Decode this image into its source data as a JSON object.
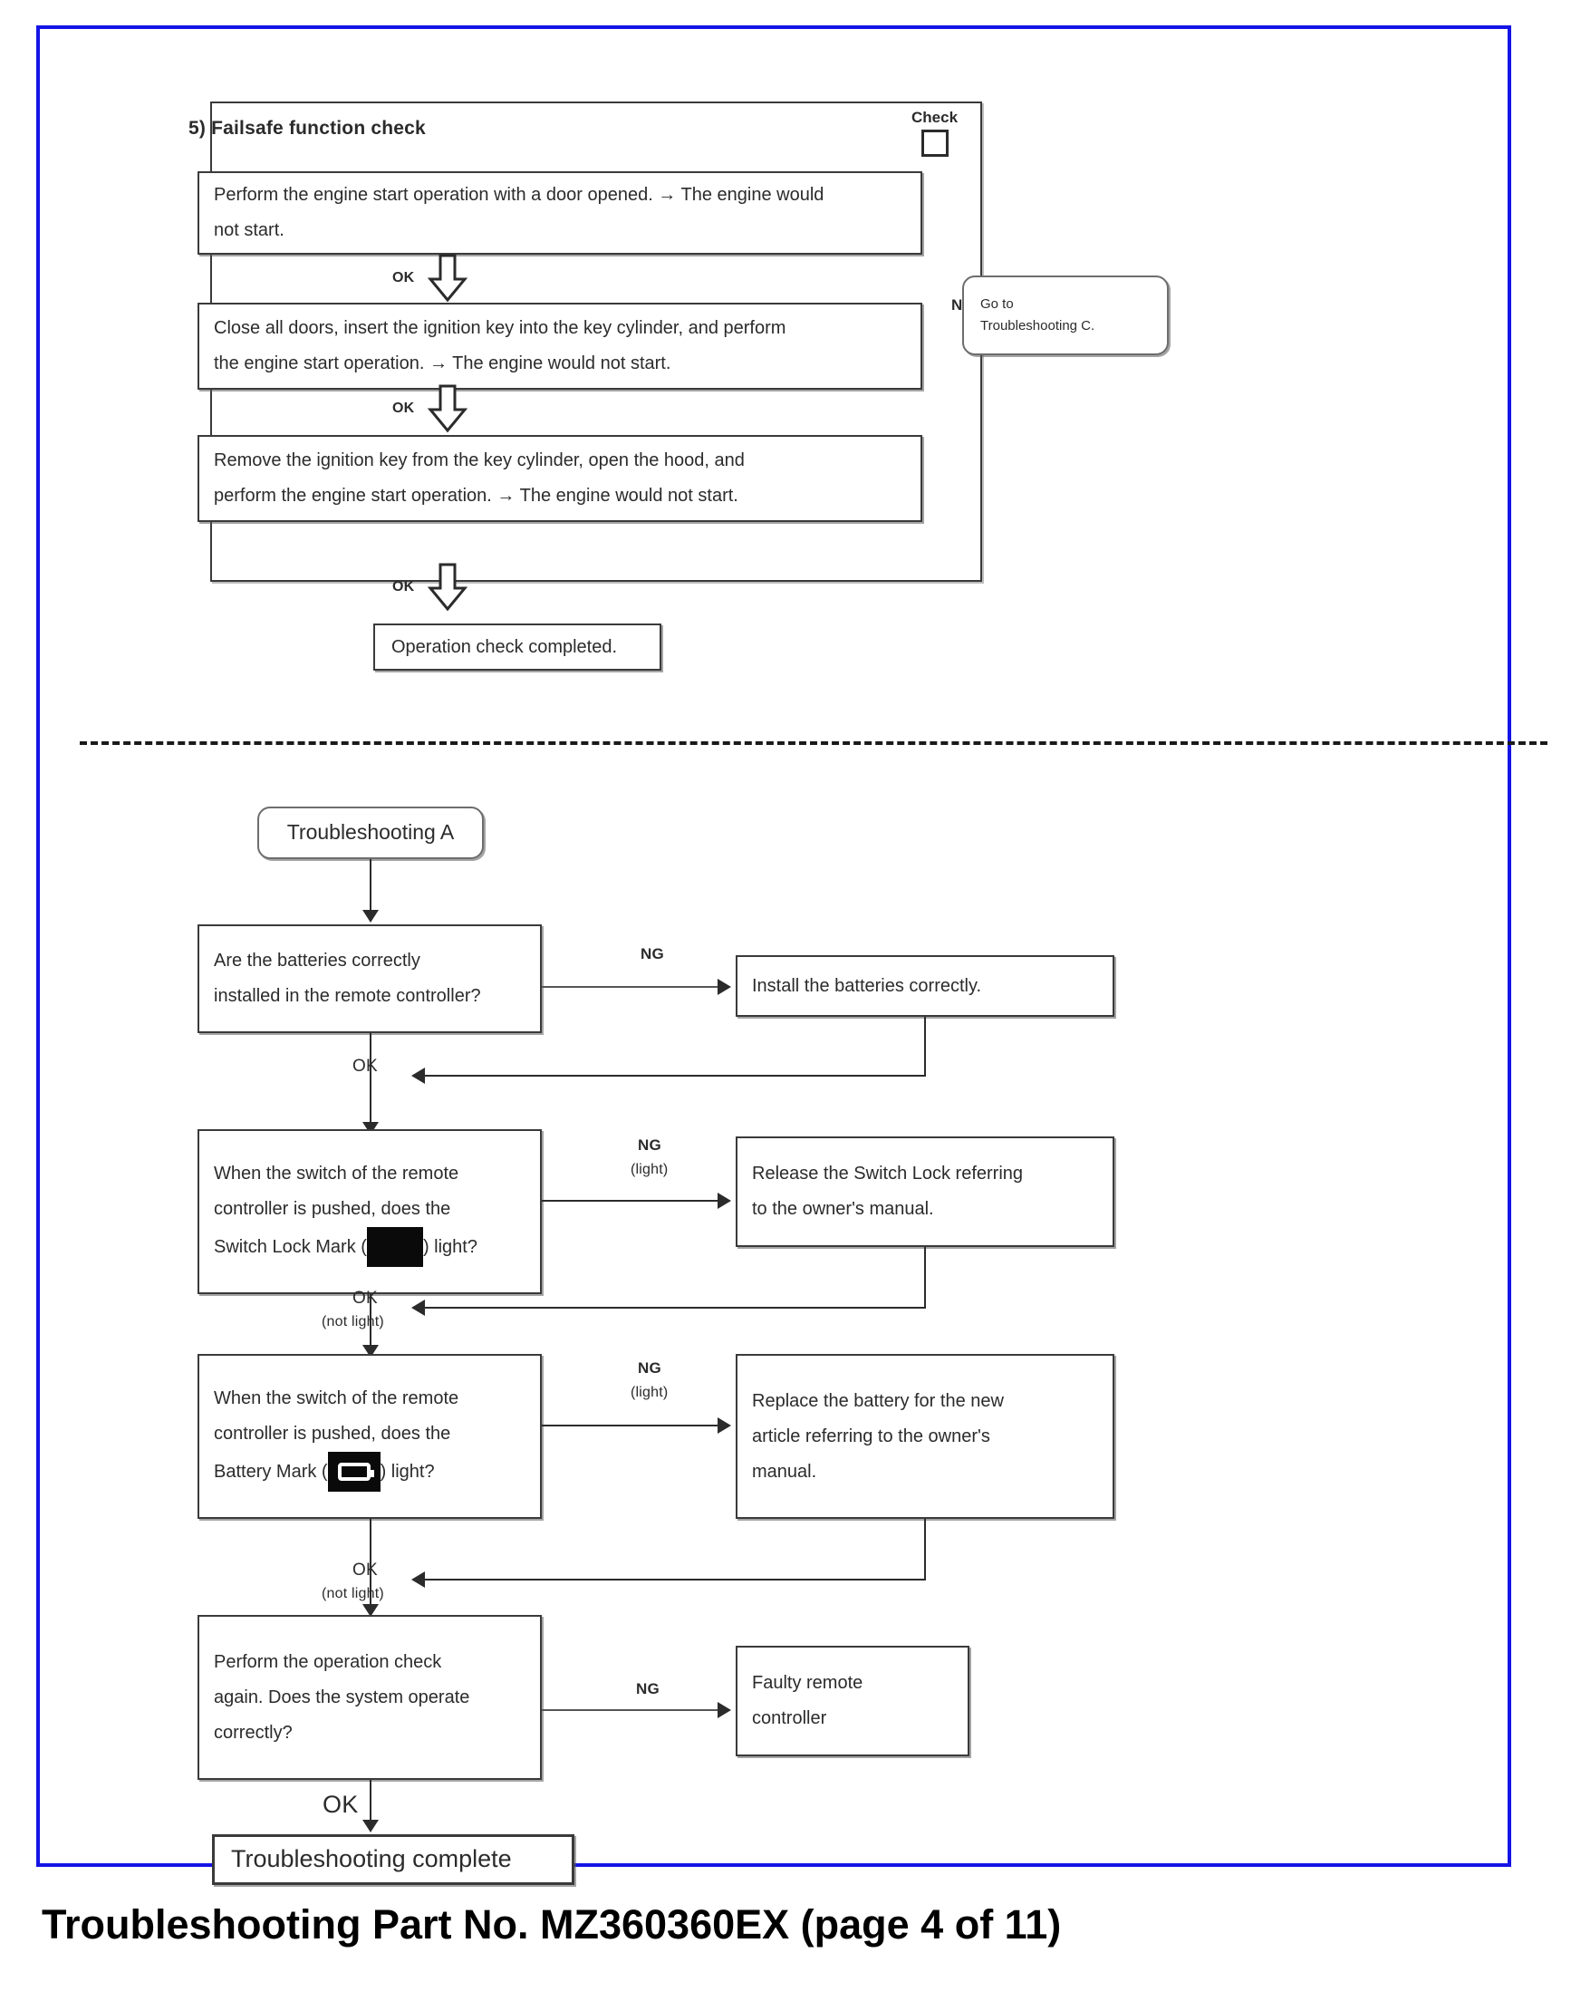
{
  "document": {
    "footer_caption": "Troubleshooting Part No. MZ360360EX (page 4 of 11)",
    "frame_color": "#1414e6"
  },
  "section_failsafe": {
    "heading": "5) Failsafe function check",
    "check_label": "Check",
    "steps": [
      {
        "line1": "Perform the engine start operation with a door opened. → The engine would",
        "line2": "not start."
      },
      {
        "line1": "Close all doors, insert the ignition key into the key cylinder, and perform",
        "line2": "the engine start operation. → The engine would not start."
      },
      {
        "line1": "Remove the ignition key from the key cylinder, open the hood, and",
        "line2": "perform the engine start operation. → The engine would not start."
      }
    ],
    "ok_label_1": "OK",
    "ok_label_2": "OK",
    "ok_label_3": "OK",
    "ng_label": "NG",
    "goto_box": {
      "line1": "Go to",
      "line2": "Troubleshooting C."
    },
    "completed_box": "Operation check completed."
  },
  "section_troubleshooting_a": {
    "start_node": "Troubleshooting A",
    "step1": {
      "question_line1": "Are the batteries correctly",
      "question_line2": "installed in the remote controller?",
      "ng_label": "NG",
      "ok_label": "OK",
      "action_line1": "Install the batteries correctly."
    },
    "step2": {
      "question_line1": "When the switch of the remote",
      "question_line2": "controller is pushed, does the",
      "question_line3_pre": "Switch Lock Mark (",
      "question_line3_post": ") light?",
      "mark_icon": "switch-lock-mark-icon",
      "ng_label": "NG",
      "ng_sublabel": "(light)",
      "ok_label": "OK",
      "ok_sublabel": "(not light)",
      "action_line1": "Release the Switch Lock referring",
      "action_line2": "to the owner's manual."
    },
    "step3": {
      "question_line1": "When the switch of the remote",
      "question_line2": "controller is pushed, does the",
      "question_line3_pre": "Battery Mark (",
      "question_line3_post": ") light?",
      "mark_icon": "battery-mark-icon",
      "ng_label": "NG",
      "ng_sublabel": "(light)",
      "ok_label": "OK",
      "ok_sublabel": "(not light)",
      "action_line1": "Replace the battery for the new",
      "action_line2": "article referring to the owner's",
      "action_line3": "manual."
    },
    "step4": {
      "question_line1": "Perform the operation check",
      "question_line2": "again. Does the system operate",
      "question_line3": "correctly?",
      "ng_label": "NG",
      "ok_label": "OK",
      "action_line1": "Faulty remote",
      "action_line2": "controller"
    },
    "end_node": "Troubleshooting complete"
  }
}
